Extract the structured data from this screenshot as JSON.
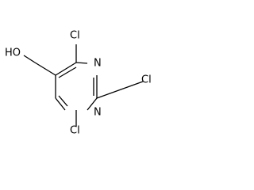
{
  "structure": {
    "atoms": {
      "oh": "HO",
      "cl_top": "Cl",
      "cl_right": "Cl",
      "cl_bottom": "Cl",
      "n_top": "N",
      "n_bottom": "N"
    }
  }
}
